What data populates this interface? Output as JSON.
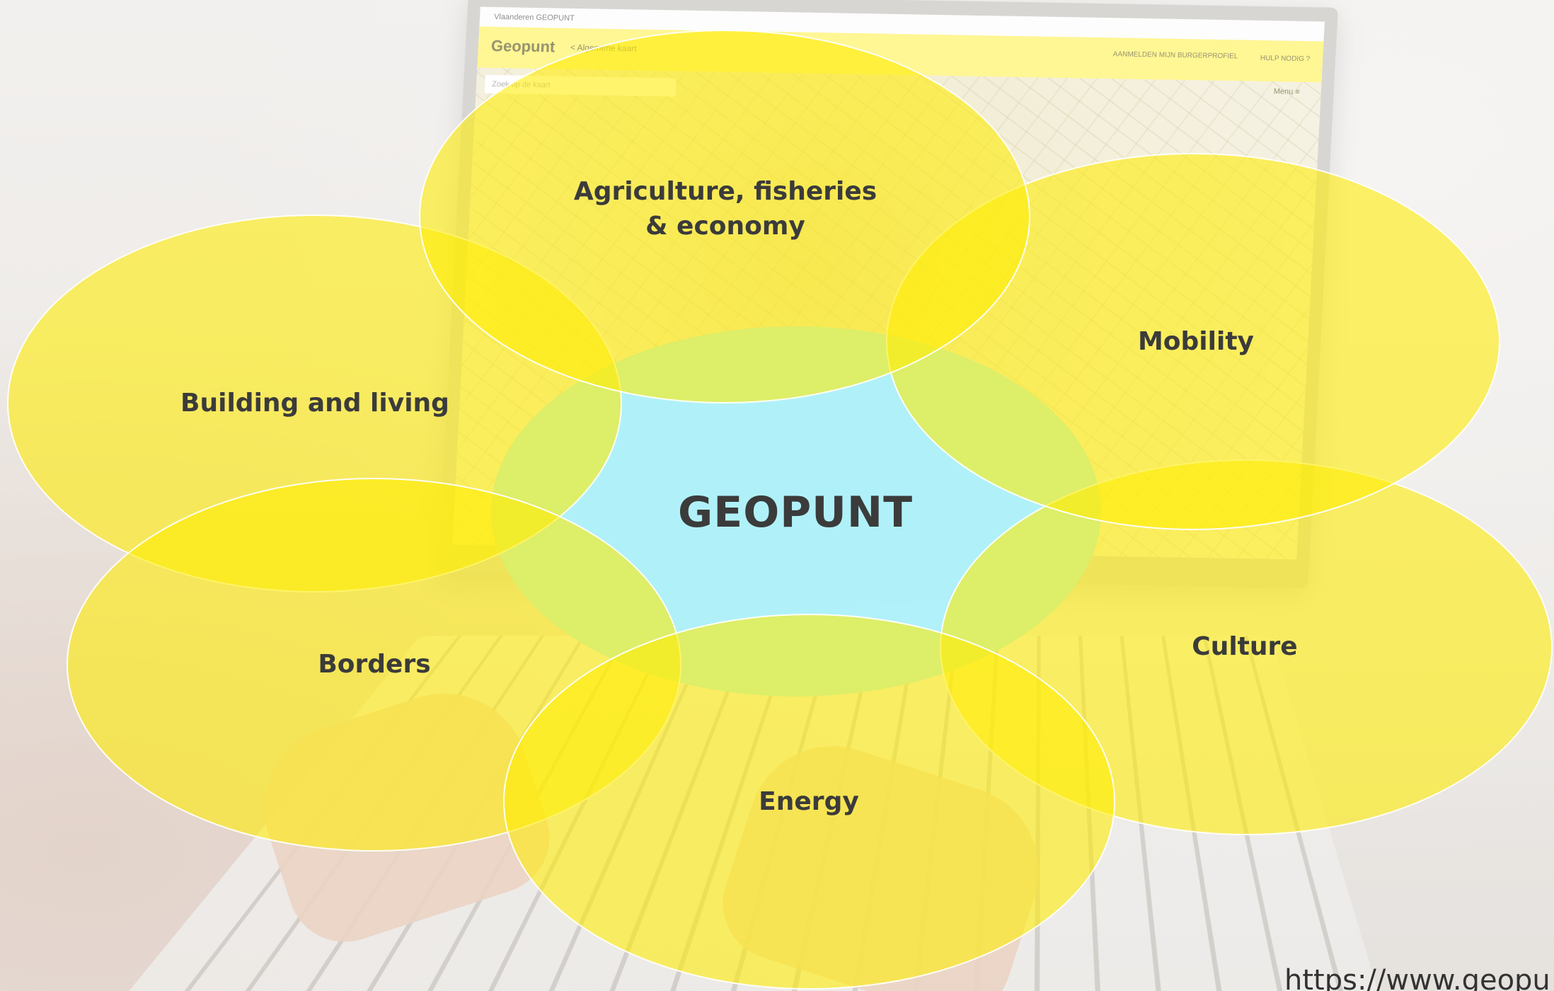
{
  "diagram": {
    "center": {
      "label": "GEOPUNT",
      "fill": "#ADF1FA"
    },
    "outer_fill": "#FFEC00",
    "themes": [
      {
        "key": "agriculture",
        "label": "Agriculture, fisheries & economy"
      },
      {
        "key": "mobility",
        "label": "Mobility"
      },
      {
        "key": "building",
        "label": "Building and living"
      },
      {
        "key": "borders",
        "label": "Borders"
      },
      {
        "key": "culture",
        "label": "Culture"
      },
      {
        "key": "energy",
        "label": "Energy"
      }
    ]
  },
  "background_screen": {
    "topbar": "Vlaanderen    GEOPUNT",
    "logo": "Geopunt",
    "breadcrumb": "< Algemene kaart",
    "login": "AANMELDEN  MIJN BURGERPROFIEL",
    "help": "HULP NODIG ?",
    "search_placeholder": "Zoek op de kaart",
    "menu": "Menu ≡"
  },
  "source": {
    "url": "https://www.geopu"
  }
}
